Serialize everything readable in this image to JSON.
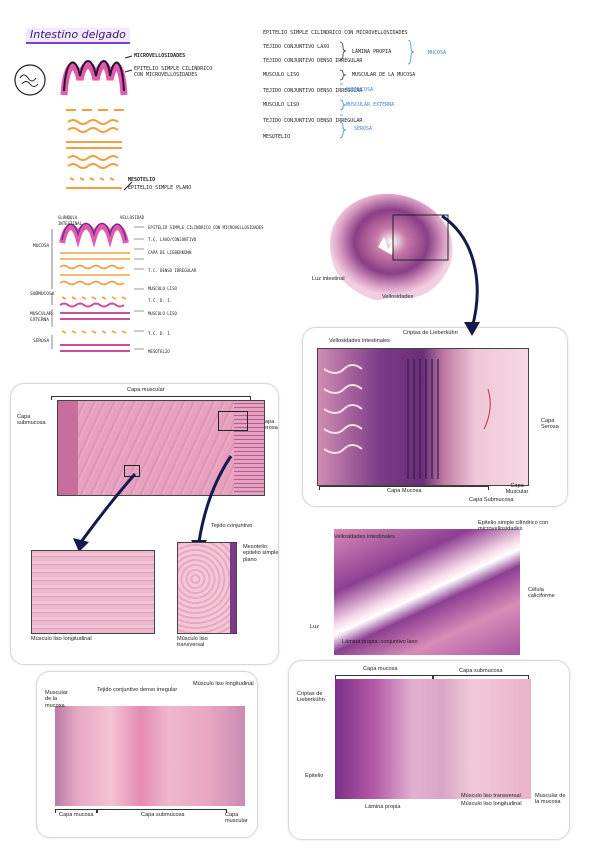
{
  "title": "Intestino delgado",
  "schema1": {
    "microvellosidades": "MICROVELLOSIDADES",
    "epitelio": "EPITELIO SIMPLE CILINDRICO CON MICROVELLOSIDADES",
    "mesotelio": "MESOTELIO",
    "mesotelio_sub": "EPITELIO SIMPLE PLANO"
  },
  "layers_list": {
    "rows": [
      "EPITELIO SIMPLE CILINDRICO CON MICROVELLOSIDADES",
      "TEJIDO CONJUNTIVO LAXO",
      "TEJIDO CONJUNTIVO DENSO IRREGULAR",
      "MUSCULO LISO",
      "TEJIDO CONJUNTIVO DENSO IRREGULAR",
      "MUSCULO LISO",
      "TEJIDO CONJUNTIVO DENSO IRREGULAR",
      "MESOTELIO"
    ],
    "groups": [
      "LÁMINA PROPIA",
      "MUSCULAR DE LA MUCOSA",
      "SUBMUCOSA",
      "MUSCULAR EXTERNA",
      "SEROSA"
    ],
    "mucosa": "MUCOSA"
  },
  "schema2": {
    "side_labels": [
      "MUCOSA",
      "SUBMUCOSA",
      "MUSCULAR EXTERNA",
      "SEROSA"
    ],
    "top_labels": [
      "GLÁNDULA INTESTINAL",
      "VELLOSIDAD"
    ],
    "right_labels": [
      "EPITELIO SIMPLE CILINDRICO CON MICROVELLOSIDADES",
      "T.C. LAXO/CONJUNTIVO",
      "CAPA DE LIEBERKÜHN",
      "T.C. DENSO IRREGULAR",
      "MUSCULO LISO",
      "T.C. D. I.",
      "MUSCULO LISO",
      "T.C. D. I.",
      "MESOTELIO"
    ]
  },
  "panel_cross": {
    "luz": "Luz intestinal",
    "vellosidades": "Vellosidades"
  },
  "panel_lieber": {
    "criptas": "Criptas de Lieberkühn",
    "vellosidades": "Vellosidades intestinales",
    "serosa": "Capa Serosa",
    "mucosa": "Capa Mucosa",
    "submucosa": "Capa Submucosa",
    "muscular": "Capa Muscular"
  },
  "panel_muscle": {
    "capa_muscular": "Capa muscular",
    "capa_submucosa": "Capa submucosa",
    "capa_serosa": "Capa serosa",
    "tejido_conjuntivo": "Tejido conjuntivo",
    "mesotelio": "Mesotelio: epitelio simple plano",
    "longitudinal": "Músculo liso longitudinal",
    "transversal": "Músculo liso transversal"
  },
  "panel_mucosa": {
    "vellosidades": "Vellosidades intestinales",
    "epitelio": "Epitelio simple cilíndrico con microvellosidades",
    "caliciforme": "Célula caliciforme",
    "luz": "Luz",
    "lamina": "Lámina propia: conjuntivo laxo"
  },
  "panel_layers": {
    "capa_mucosa": "Capa mucosa",
    "capa_submucosa": "Capa submucosa",
    "criptas": "Criptas de Lieberkühn",
    "epitelio": "Epitelio",
    "lamina": "Lámina propia",
    "transversal": "Músculo liso transversal",
    "longitudinal": "Músculo liso longitudinal",
    "muscular_mucosa": "Muscular de la mucosa"
  },
  "panel_sub": {
    "muscular_mucosa": "Muscular de la mucosa",
    "tejido": "Tejido conjuntivo denso irregular",
    "longitudinal": "Músculo liso longitudinal",
    "capa_mucosa": "Capa mucosa",
    "capa_submucosa": "Capa submucosa",
    "capa_muscular": "Capa muscular"
  },
  "colors": {
    "villi_pink": "#e05bb0",
    "villi_dark": "#2a1630",
    "orange_sketch": "#f0a040",
    "tissue_pink": "#e8a6c2",
    "tissue_purple": "#6a2f78",
    "accent_blue": "#3a86d6",
    "arrow_navy": "#141a4a"
  }
}
